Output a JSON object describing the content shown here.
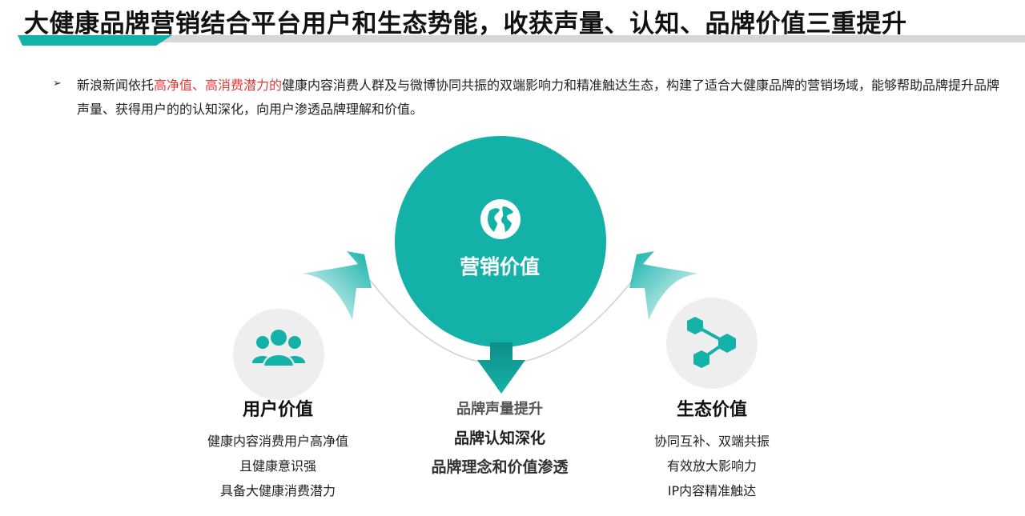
{
  "header": {
    "title": "大健康品牌营销结合平台用户和生态势能，收获声量、认知、品牌价值三重提升"
  },
  "intro": {
    "bullet": "➢",
    "text_before": "新浪新闻依托",
    "highlight": "高净值、高消费潜力的",
    "text_after": "健康内容消费人群及与微博协同共振的双端影响力和精准触达生态，构建了适合大健康品牌的营销场域，能够帮助品牌提升品牌声量、获得用户的的认知深化，向用户渗透品牌理解和价值。",
    "highlight_color": "#e53935"
  },
  "diagram": {
    "accent_color": "#14b1a9",
    "center": {
      "icon": "globe-icon",
      "label": "营销价值",
      "lines": [
        "品牌声量提升",
        "品牌认知深化",
        "品牌理念和价值渗透"
      ]
    },
    "left": {
      "icon": "users-icon",
      "title": "用户价值",
      "lines": [
        "健康内容消费用户高净值",
        "且健康意识强",
        "具备大健康消费潜力"
      ]
    },
    "right": {
      "icon": "network-nodes-icon",
      "title": "生态价值",
      "lines": [
        "协同互补、双端共振",
        "有效放大影响力",
        "IP内容精准触达"
      ]
    }
  }
}
